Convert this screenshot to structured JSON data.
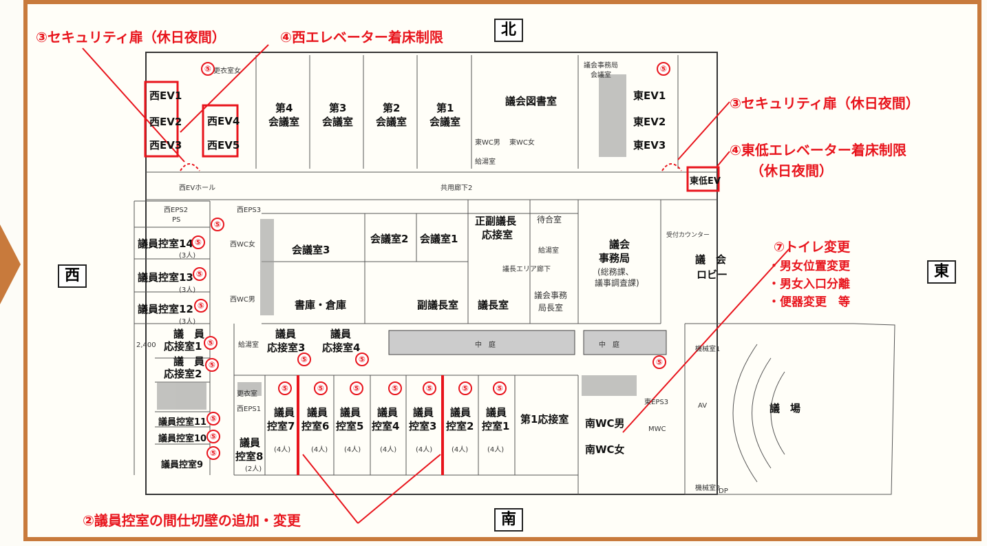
{
  "compass": {
    "north": "北",
    "south": "南",
    "west": "西",
    "east": "東"
  },
  "annotations": {
    "security_w": "③セキュリティ扉（休日夜間）",
    "ev_west": "④西エレベーター着床制限",
    "security_e": "③セキュリティ扉（休日夜間）",
    "ev_east": "④東低エレベーター着床制限",
    "ev_east2": "（休日夜間）",
    "toilet_title": "⑦トイレ変更",
    "toilet_items": [
      "・男女位置変更",
      "・男女入口分離",
      "・便器変更　等"
    ],
    "partition": "②議員控室の間仕切壁の追加・変更"
  },
  "marker": "⑤",
  "rooms": {
    "w_ev1": "西EV1",
    "w_ev2": "西EV2",
    "w_ev3": "西EV3",
    "w_ev4": "西EV4",
    "w_ev5": "西EV5",
    "e_ev1": "東EV1",
    "e_ev2": "東EV2",
    "e_ev3": "東EV3",
    "e_low": "東低EV",
    "kaigi4a": "第4",
    "kaigi4b": "会議室",
    "kaigi3a": "第3",
    "kaigi3b": "会議室",
    "kaigi2a": "第2",
    "kaigi2b": "会議室",
    "kaigi1a": "第1",
    "kaigi1b": "会議室",
    "library": "議会図書室",
    "jimu1": "議会事務局",
    "jimu2": "会議室",
    "wc_m_e": "東WC男",
    "wc_f_e": "東WC女",
    "kyuto": "給湯室",
    "koui": "更衣室女",
    "hall": "共用廊下2",
    "w_ev_hall": "西EVホール",
    "ws2": "西EPS2",
    "ws3": "西EPS3",
    "ps": "PS",
    "hikae14": "議員控室14",
    "hikae13": "議員控室13",
    "hikae12": "議員控室12",
    "cap14": "(3人)",
    "cap13": "(3人)",
    "cap12": "(3人)",
    "wc_f_w": "西WC女",
    "wc_m_w": "西WC男",
    "kaigi_r3": "会議室3",
    "kaigi_r2": "会議室2",
    "kaigi_r1": "会議室1",
    "seifuku1": "正副議長",
    "seifuku2": "応接室",
    "machiai": "待合室",
    "kyuto2": "給湯室",
    "jimukyoku1": "議会",
    "jimukyoku2": "事務局",
    "jimukyoku3": "(総務課、",
    "jimukyoku4": "議事調査課)",
    "lobby1": "議　会",
    "lobby2": "ロビー",
    "uketsuke": "受付カウンター",
    "shoko": "書庫・倉庫",
    "fuku": "副議長室",
    "gicho": "議長室",
    "jimucho1": "議会事務",
    "jimucho2": "局長室",
    "elevhall": "議長エリア廊下",
    "ousetsu1a": "議　員",
    "ousetsu1b": "応接室1",
    "ousetsu2a": "議　員",
    "ousetsu2b": "応接室2",
    "ousetsu3a": "議員",
    "ousetsu3b": "応接室3",
    "ousetsu4a": "議員",
    "ousetsu4b": "応接室4",
    "kyuto3": "給湯室",
    "nakaniwa1": "中　庭",
    "nakaniwa2": "中　庭",
    "hikae11": "議員控室11",
    "hikae10": "議員控室10",
    "hikae9": "議員控室9",
    "hikae8a": "議員",
    "hikae8b": "控室8",
    "hikae7a": "議員",
    "hikae7b": "控室7",
    "hikae6a": "議員",
    "hikae6b": "控室6",
    "hikae5a": "議員",
    "hikae5b": "控室5",
    "hikae4a": "議員",
    "hikae4b": "控室4",
    "hikae3a": "議員",
    "hikae3b": "控室3",
    "hikae2a": "議員",
    "hikae2b": "控室2",
    "hikae1a": "議員",
    "hikae1b": "控室1",
    "cap4": "(4人)",
    "cap2": "(2人)",
    "ousetsu_1": "第1応接室",
    "kouisitsu": "更衣室",
    "eps1": "西EPS1",
    "wc_m_s": "南WC男",
    "wc_f_s": "南WC女",
    "mwc": "MWC",
    "gijo": "議　場",
    "kikai1": "機械室1",
    "kikai2": "機械室2",
    "av": "AV",
    "dp": "DP",
    "eps_e": "東EPS3",
    "num2400": "2,400"
  }
}
